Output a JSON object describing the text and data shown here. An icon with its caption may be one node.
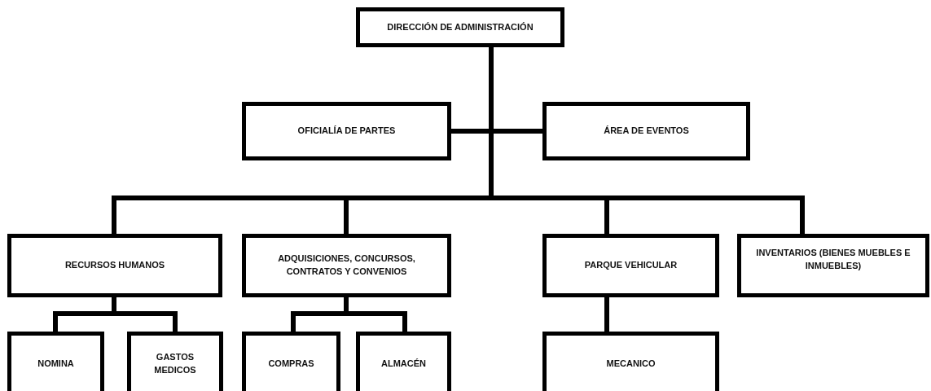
{
  "diagram": {
    "nodes": [
      {
        "text": [
          "DIRECCIÓN DE ADMINISTRACIÓN"
        ]
      },
      {
        "text": [
          "OFICIALÍA DE PARTES"
        ]
      },
      {
        "text": [
          "ÁREA DE EVENTOS"
        ]
      },
      {
        "text": [
          "RECURSOS HUMANOS"
        ]
      },
      {
        "text": [
          "ADQUISICIONES, CONCURSOS, CONTRATOS Y CONVENIOS"
        ]
      },
      {
        "text": [
          "PARQUE VEHICULAR"
        ]
      },
      {
        "text": [
          "INVENTARIOS (BIENES MUEBLES E INMUEBLES)"
        ]
      },
      {
        "text": [
          "NOMINA"
        ]
      },
      {
        "text": [
          "GASTOS MEDICOS"
        ]
      },
      {
        "text": [
          "COMPRAS"
        ]
      },
      {
        "text": [
          "ALMACÉN"
        ]
      },
      {
        "text": [
          "MECANICO"
        ]
      }
    ],
    "edges": [
      {
        "from": 0,
        "to": 1,
        "arrow": "none"
      },
      {
        "from": 0,
        "to": 2,
        "arrow": "none"
      },
      {
        "from": 0,
        "to": 3,
        "arrow": "none"
      },
      {
        "from": 0,
        "to": 4,
        "arrow": "none"
      },
      {
        "from": 0,
        "to": 5,
        "arrow": "none"
      },
      {
        "from": 0,
        "to": 6,
        "arrow": "none"
      },
      {
        "from": 3,
        "to": 7,
        "arrow": "none"
      },
      {
        "from": 3,
        "to": 8,
        "arrow": "none"
      },
      {
        "from": 4,
        "to": 9,
        "arrow": "none"
      },
      {
        "from": 4,
        "to": 10,
        "arrow": "none"
      },
      {
        "from": 5,
        "to": 11,
        "arrow": "none"
      }
    ]
  }
}
